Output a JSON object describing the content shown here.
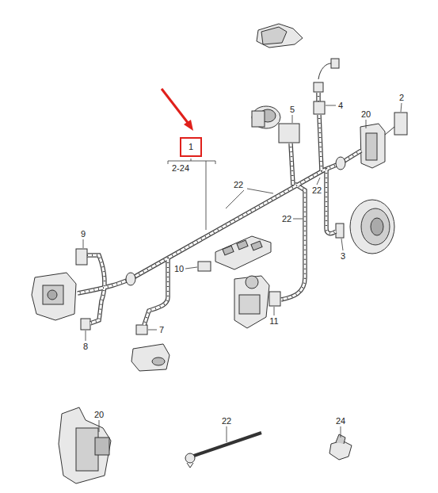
{
  "diagram": {
    "nodes": [
      {
        "text": [
          "1"
        ]
      }
    ],
    "labels": [
      "2-24",
      "5",
      "4",
      "2",
      "20",
      "22",
      "22",
      "22",
      "9",
      "10",
      "3",
      "11",
      "7",
      "8",
      "20",
      "22",
      "24"
    ]
  }
}
